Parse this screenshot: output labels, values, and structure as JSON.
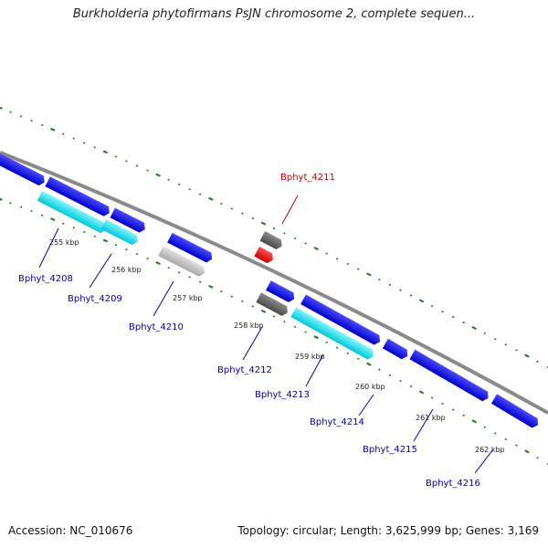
{
  "title": "Burkholderia phytofirmans PsJN chromosome 2, complete sequen...",
  "footer": {
    "accession": "Accession: NC_010676",
    "summary": "Topology: circular; Length: 3,625,999 bp; Genes: 3,169"
  },
  "colors": {
    "backbone": "#8a8a8a",
    "tick_dots": "#1a7a1a",
    "blue_gene": "#0000ee",
    "cyan_gene": "#00e5ee",
    "gray_gene": "#666666",
    "light_gray_gene": "#bdbdbd",
    "red_gene": "#ee0000",
    "label_blue": "#0000aa",
    "label_red": "#cc0000"
  },
  "tick_labels": [
    {
      "id": "tick-255",
      "text": "255 kbp"
    },
    {
      "id": "tick-256",
      "text": "256 kbp"
    },
    {
      "id": "tick-257",
      "text": "257 kbp"
    },
    {
      "id": "tick-258",
      "text": "258 kbp"
    },
    {
      "id": "tick-259",
      "text": "259 kbp"
    },
    {
      "id": "tick-260",
      "text": "260 kbp"
    },
    {
      "id": "tick-261",
      "text": "261 kbp"
    },
    {
      "id": "tick-262",
      "text": "262 kbp"
    }
  ],
  "gene_labels": [
    {
      "id": "bphyt-4208",
      "text": "Bphyt_4208",
      "color": "#0000aa"
    },
    {
      "id": "bphyt-4209",
      "text": "Bphyt_4209",
      "color": "#0000aa"
    },
    {
      "id": "bphyt-4210",
      "text": "Bphyt_4210",
      "color": "#0000aa"
    },
    {
      "id": "bphyt-4211",
      "text": "Bphyt_4211",
      "color": "#cc0000"
    },
    {
      "id": "bphyt-4212",
      "text": "Bphyt_4212",
      "color": "#0000aa"
    },
    {
      "id": "bphyt-4213",
      "text": "Bphyt_4213",
      "color": "#0000aa"
    },
    {
      "id": "bphyt-4214",
      "text": "Bphyt_4214",
      "color": "#0000aa"
    },
    {
      "id": "bphyt-4215",
      "text": "Bphyt_4215",
      "color": "#0000aa"
    },
    {
      "id": "bphyt-4216",
      "text": "Bphyt_4216",
      "color": "#0000aa"
    }
  ]
}
